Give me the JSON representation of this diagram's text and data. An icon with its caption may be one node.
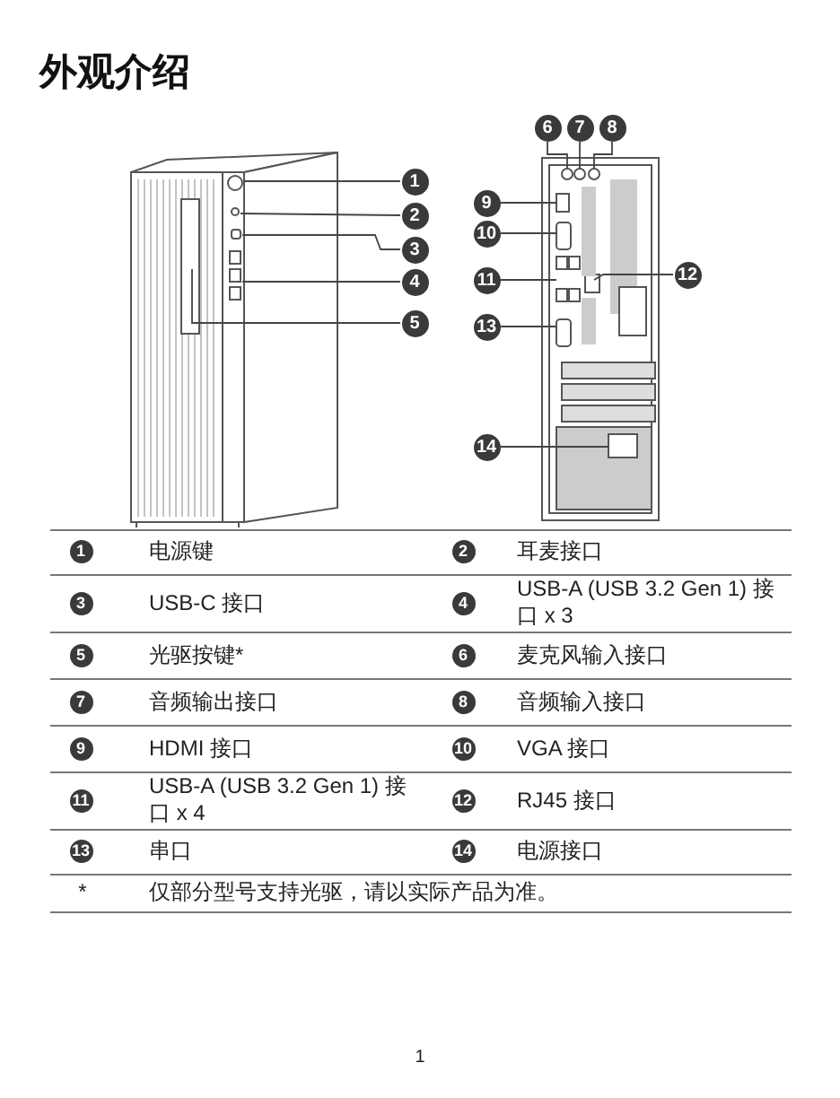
{
  "diagram": {
    "title": "外观介绍",
    "nodes": [
      {
        "text": [
          "1"
        ]
      },
      {
        "text": [
          "2"
        ]
      },
      {
        "text": [
          "3"
        ]
      },
      {
        "text": [
          "4"
        ]
      },
      {
        "text": [
          "5"
        ]
      },
      {
        "text": [
          "6"
        ]
      },
      {
        "text": [
          "7"
        ]
      },
      {
        "text": [
          "8"
        ]
      },
      {
        "text": [
          "9"
        ]
      },
      {
        "text": [
          "10"
        ]
      },
      {
        "text": [
          "11"
        ]
      },
      {
        "text": [
          "12"
        ]
      },
      {
        "text": [
          "13"
        ]
      },
      {
        "text": [
          "14"
        ]
      }
    ],
    "edges": [
      {
        "from": 0,
        "to": null,
        "arrow": "none"
      },
      {
        "from": 1,
        "to": null,
        "arrow": "none"
      },
      {
        "from": 2,
        "to": null,
        "arrow": "none"
      },
      {
        "from": 3,
        "to": null,
        "arrow": "none"
      },
      {
        "from": 4,
        "to": null,
        "arrow": "none"
      },
      {
        "from": 5,
        "to": null,
        "arrow": "none"
      },
      {
        "from": 6,
        "to": null,
        "arrow": "none"
      },
      {
        "from": 7,
        "to": null,
        "arrow": "none"
      },
      {
        "from": 8,
        "to": null,
        "arrow": "none"
      },
      {
        "from": 9,
        "to": null,
        "arrow": "none"
      },
      {
        "from": 10,
        "to": null,
        "arrow": "none"
      },
      {
        "from": 11,
        "to": null,
        "arrow": "none"
      },
      {
        "from": 12,
        "to": null,
        "arrow": "none"
      },
      {
        "from": 13,
        "to": null,
        "arrow": "none"
      }
    ],
    "labels": [
      "1",
      "电源键",
      "2",
      "耳麦接口",
      "3",
      "USB-C 接口",
      "4",
      "USB-A (USB 3.2 Gen 1) 接口 x 3",
      "5",
      "光驱按键*",
      "6",
      "麦克风输入接口",
      "7",
      "音频输出接口",
      "8",
      "音频输入接口",
      "9",
      "HDMI 接口",
      "10",
      "VGA 接口",
      "11",
      "USB-A (USB 3.2 Gen 1) 接口 x 4",
      "12",
      "RJ45 接口",
      "13",
      "串口",
      "14",
      "电源接口",
      "*",
      "仅部分型号支持光驱，请以实际产品为准。",
      "1"
    ]
  }
}
